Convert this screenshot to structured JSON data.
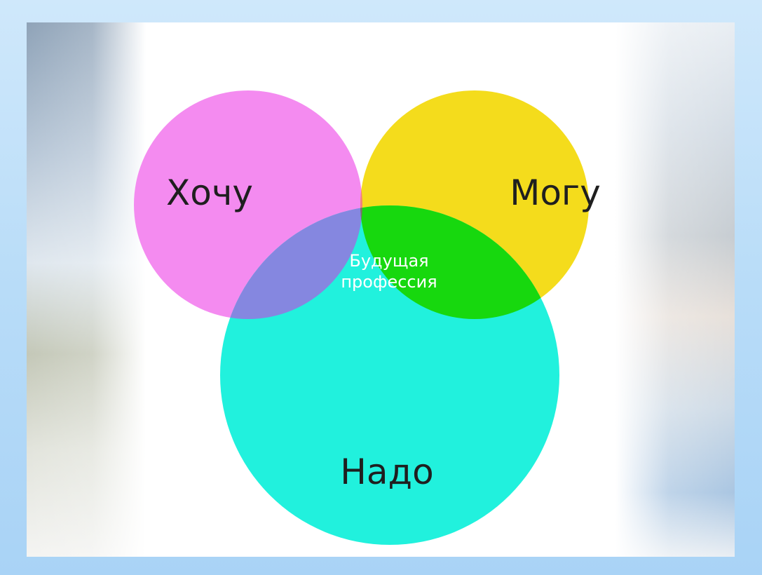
{
  "diagram": {
    "type": "venn",
    "sets": [
      {
        "id": "want",
        "label": "Хочу",
        "color": "#f48bf0"
      },
      {
        "id": "can",
        "label": "Могу",
        "color": "#f4dc1c"
      },
      {
        "id": "need",
        "label": "Надо",
        "color": "#21f1dd"
      }
    ],
    "intersections": [
      {
        "sets": [
          "want",
          "can"
        ],
        "color": "#f27f80"
      },
      {
        "sets": [
          "want",
          "need"
        ],
        "color": "#8587e0"
      },
      {
        "sets": [
          "can",
          "need"
        ],
        "color": "#17d80e"
      },
      {
        "sets": [
          "want",
          "can",
          "need"
        ],
        "color": "#7d6f6b",
        "label_line1": "Будущая",
        "label_line2": "профессия"
      }
    ]
  },
  "colors": {
    "frame": "#b8dcf8",
    "slide_background": "#ffffff"
  }
}
